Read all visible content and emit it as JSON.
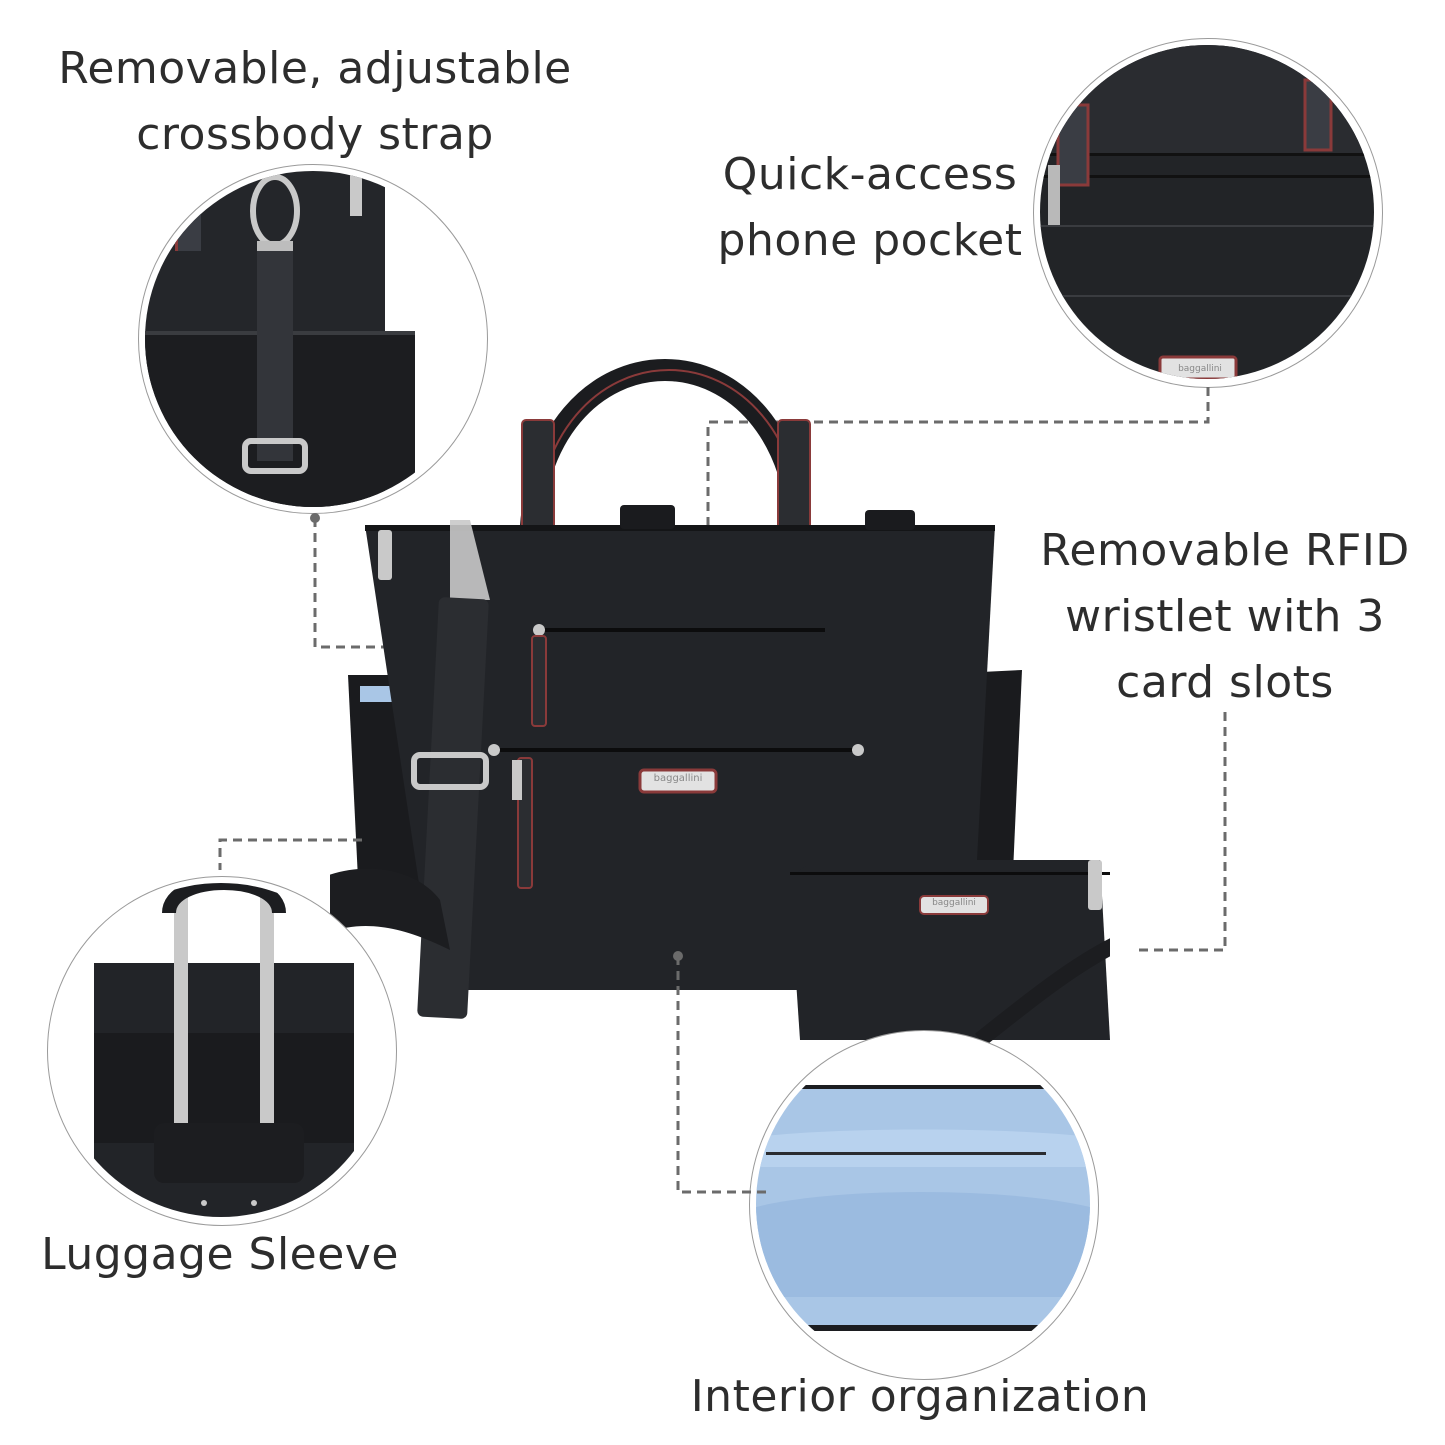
{
  "features": {
    "crossbody_strap": {
      "line1": "Removable, adjustable",
      "line2": "crossbody strap"
    },
    "phone_pocket": {
      "line1": "Quick-access",
      "line2": "phone pocket"
    },
    "rfid_wristlet": {
      "line1": "Removable RFID",
      "line2": "wristlet with 3",
      "line3": "card slots"
    },
    "luggage_sleeve": {
      "line1": "Luggage Sleeve"
    },
    "interior": {
      "line1": "Interior organization"
    }
  },
  "product": {
    "brand_label": "baggallini"
  },
  "colors": {
    "bag_black": "#1f2023",
    "trim_red": "#8a3a3a",
    "hardware_silver": "#c7c7c7",
    "lining_blue": "#a9c6e6",
    "connector_grey": "#6b6b6b",
    "text": "#2d2d2d"
  }
}
